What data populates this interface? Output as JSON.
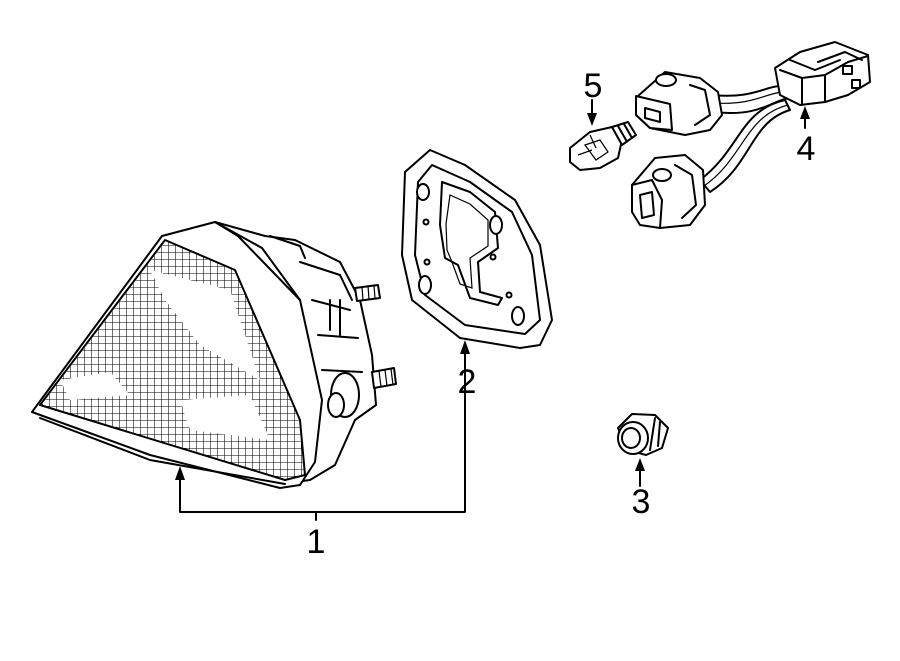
{
  "callouts": [
    {
      "id": "callout-1",
      "text": "1"
    },
    {
      "id": "callout-2",
      "text": "2"
    },
    {
      "id": "callout-3",
      "text": "3"
    },
    {
      "id": "callout-4",
      "text": "4"
    },
    {
      "id": "callout-5",
      "text": "5"
    }
  ]
}
